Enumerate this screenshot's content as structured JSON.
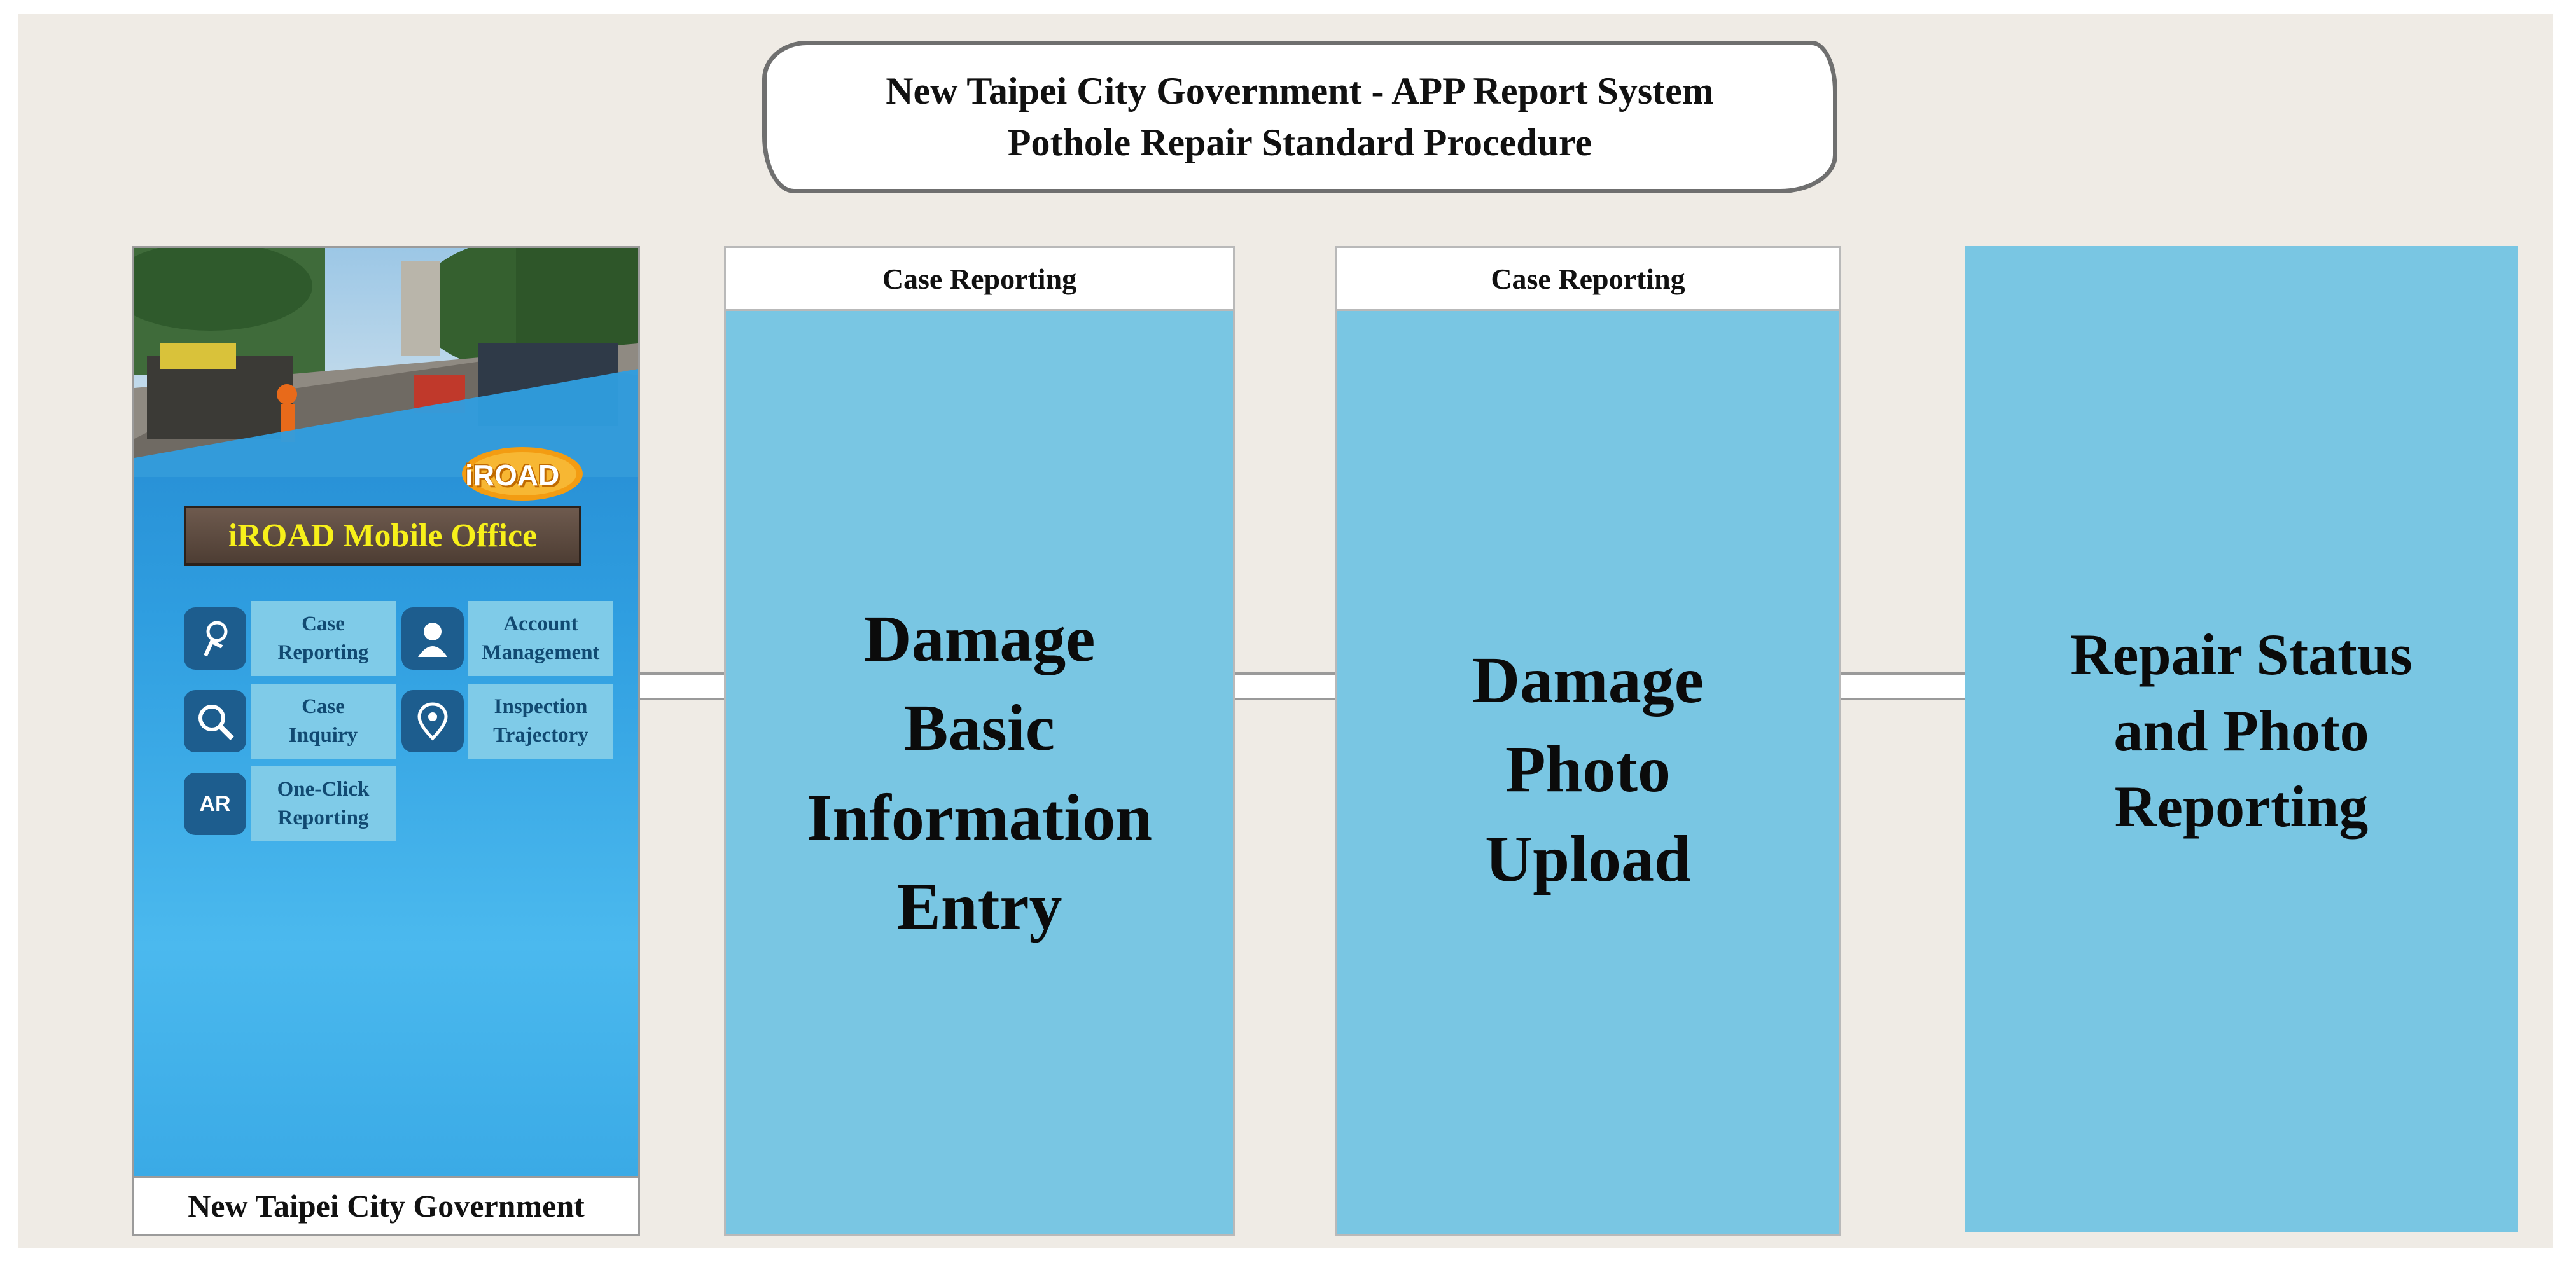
{
  "title": {
    "line1": "New Taipei City Government - APP Report System",
    "line2": "Pothole Repair Standard Procedure"
  },
  "phone": {
    "logo": "iROAD",
    "banner": "iROAD Mobile Office",
    "menu": [
      {
        "line1": "Case",
        "line2": "Reporting",
        "icon": "hand-touch-icon"
      },
      {
        "line1": "Account",
        "line2": "Management",
        "icon": "account-icon"
      },
      {
        "line1": "Case",
        "line2": "Inquiry",
        "icon": "magnifier-icon"
      },
      {
        "line1": "Inspection",
        "line2": "Trajectory",
        "icon": "map-pin-icon"
      },
      {
        "line1": "One-Click",
        "line2": "Reporting",
        "icon": "ar-icon"
      }
    ],
    "ar_icon_text": "AR",
    "footer": "New Taipei City Government"
  },
  "steps": [
    {
      "header": "Case Reporting",
      "lines": [
        "Damage",
        "Basic",
        "Information",
        "Entry"
      ]
    },
    {
      "header": "Case Reporting",
      "lines": [
        "Damage",
        "Photo",
        "Upload"
      ]
    },
    {
      "header": "",
      "lines": [
        "Repair Status",
        "and Photo",
        "Reporting"
      ]
    }
  ],
  "colors": {
    "step_fill": "#79c6e3",
    "banner_text": "#f7f01a",
    "phone_blue": "#2f9ee0"
  }
}
